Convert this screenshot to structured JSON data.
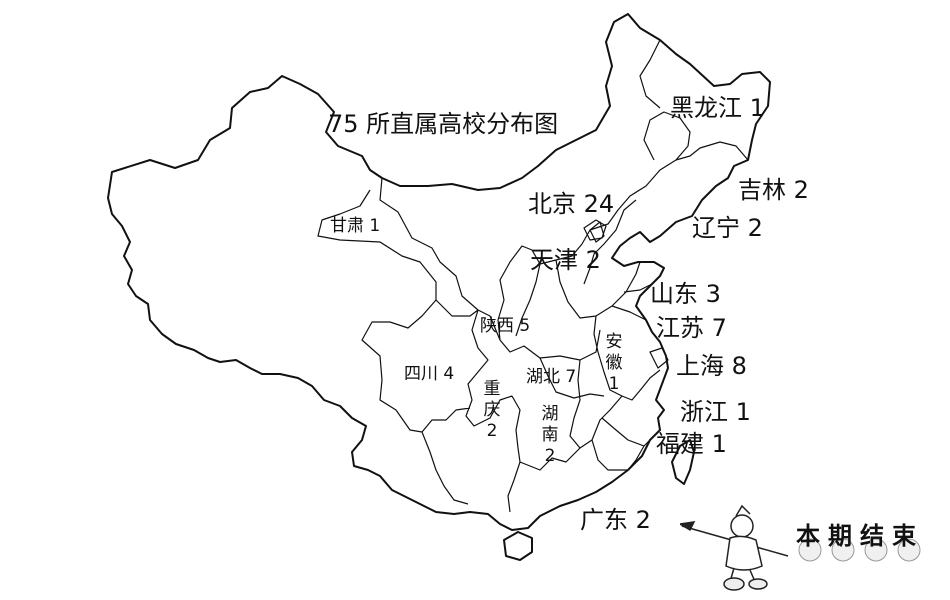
{
  "title": "75 所直属高校分布图",
  "labels": [
    {
      "id": "heilongjiang",
      "text": "黑龙江 1"
    },
    {
      "id": "jilin",
      "text": "吉林 2"
    },
    {
      "id": "liaoning",
      "text": "辽宁 2"
    },
    {
      "id": "beijing",
      "text": "北京 24"
    },
    {
      "id": "tianjin",
      "text": "天津 2"
    },
    {
      "id": "shandong",
      "text": "山东 3"
    },
    {
      "id": "jiangsu",
      "text": "江苏 7"
    },
    {
      "id": "shanghai",
      "text": "上海 8"
    },
    {
      "id": "zhejiang",
      "text": "浙江 1"
    },
    {
      "id": "fujian",
      "text": "福建 1"
    },
    {
      "id": "guangdong",
      "text": "广东 2"
    },
    {
      "id": "gansu",
      "text": "甘肃 1"
    },
    {
      "id": "shaanxi",
      "text": "陕西 5"
    },
    {
      "id": "sichuan",
      "text": "四川 4"
    },
    {
      "id": "hubei",
      "text": "湖北 7"
    }
  ],
  "vertical_labels": [
    {
      "id": "anhui",
      "chars": [
        "安",
        "徽",
        "1"
      ]
    },
    {
      "id": "chongqing",
      "chars": [
        "重",
        "庆",
        "2"
      ]
    },
    {
      "id": "hunan",
      "chars": [
        "湖",
        "南",
        "2"
      ]
    }
  ],
  "ending_text": "本期结束"
}
